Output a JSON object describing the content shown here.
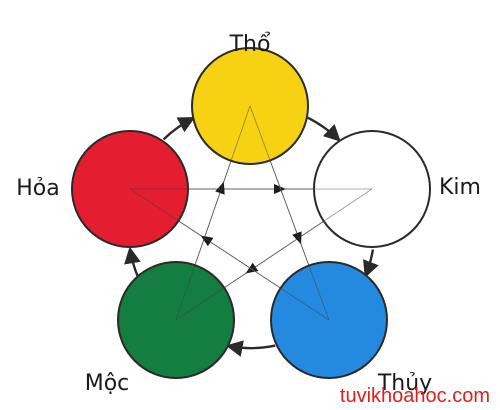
{
  "elements": [
    {
      "id": "tho",
      "label": "Thổ",
      "color": "#f7d10a",
      "stroke": "#2a2a2a"
    },
    {
      "id": "kim",
      "label": "Kim",
      "color": "#ffffff",
      "stroke": "#2a2a2a"
    },
    {
      "id": "thuy",
      "label": "Thủy",
      "color": "#1c86df",
      "stroke": "#2a2a2a"
    },
    {
      "id": "moc",
      "label": "Mộc",
      "color": "#0b7a3a",
      "stroke": "#2a2a2a"
    },
    {
      "id": "hoa",
      "label": "Hỏa",
      "color": "#e3162a",
      "stroke": "#2a2a2a"
    }
  ],
  "generating_cycle": [
    {
      "from": "tho",
      "to": "kim"
    },
    {
      "from": "kim",
      "to": "thuy"
    },
    {
      "from": "thuy",
      "to": "moc"
    },
    {
      "from": "moc",
      "to": "hoa"
    },
    {
      "from": "hoa",
      "to": "tho"
    }
  ],
  "overcoming_cycle": [
    {
      "from": "hoa",
      "to": "kim"
    },
    {
      "from": "kim",
      "to": "moc"
    },
    {
      "from": "moc",
      "to": "tho"
    },
    {
      "from": "tho",
      "to": "thuy"
    },
    {
      "from": "thuy",
      "to": "hoa"
    }
  ],
  "watermark": "tuvikhoahoc.com",
  "colors": {
    "outer_arrow": "#2a2a2a",
    "inner_line": "#777777",
    "watermark": "#e0201a"
  }
}
